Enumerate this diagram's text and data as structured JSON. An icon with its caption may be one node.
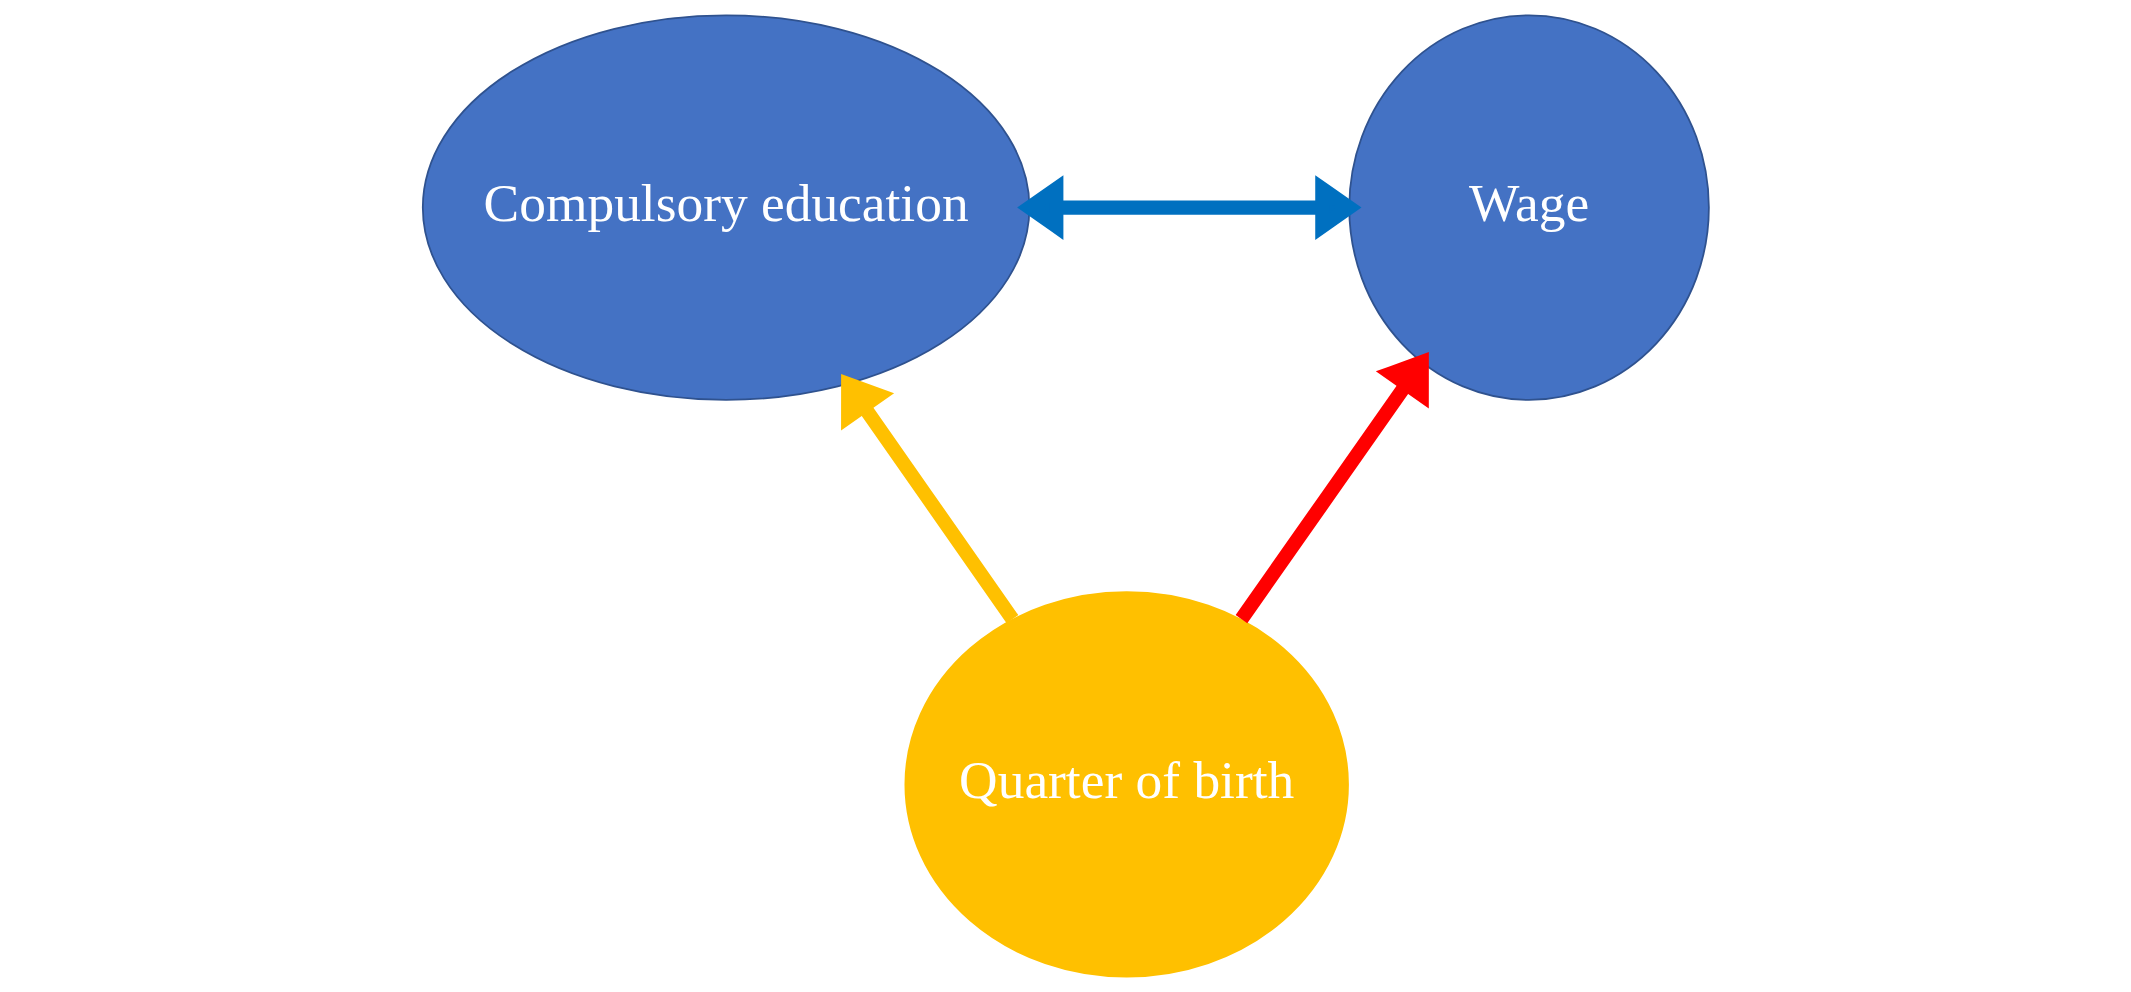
{
  "diagram": {
    "nodes": [
      {
        "text": [
          "Compulsory education"
        ]
      },
      {
        "text": [
          "Wage"
        ]
      },
      {
        "text": [
          "Quarter of birth"
        ]
      }
    ],
    "edges": [
      {
        "from": 2,
        "to": 0,
        "arrow": "to",
        "color": "#ffc000"
      },
      {
        "from": 0,
        "to": 1,
        "arrow": "both",
        "color": "#0070c0"
      },
      {
        "from": 2,
        "to": 1,
        "arrow": "to",
        "color": "#ff0000"
      }
    ]
  }
}
